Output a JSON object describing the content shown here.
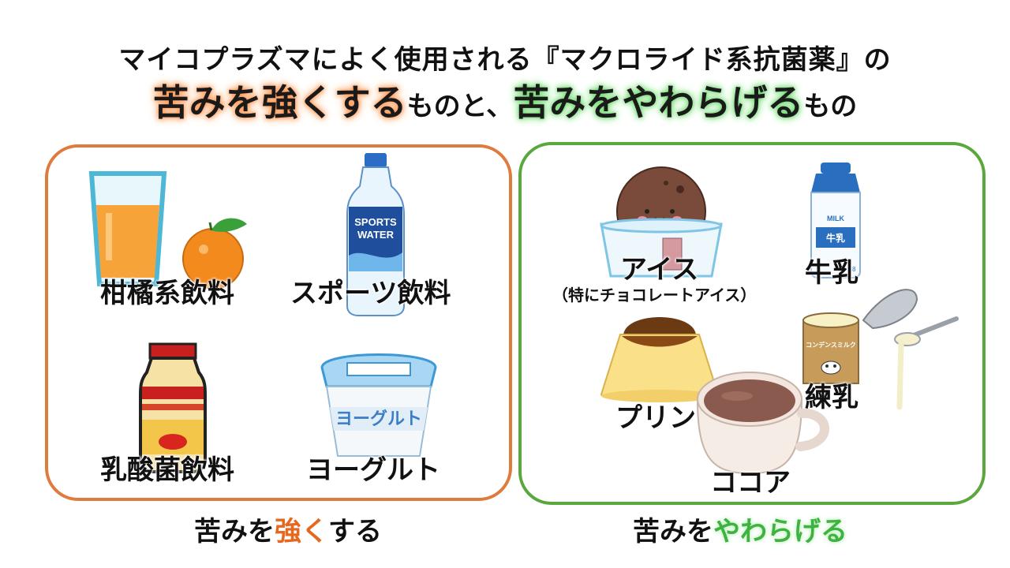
{
  "title": {
    "line1": "マイコプラズマによく使用される『マクロライド系抗菌薬』の",
    "line2_strong": "苦みを強くする",
    "line2_mid": "ものと、",
    "line2_soft": "苦みをやわらげる",
    "line2_end": "もの"
  },
  "left_panel": {
    "color": "#e07b3f",
    "items": [
      {
        "label": "柑橘系飲料",
        "icon": "orange-juice-icon"
      },
      {
        "label": "スポーツ飲料",
        "icon": "sports-drink-bottle-icon",
        "bottle_text_1": "SPORTS",
        "bottle_text_2": "WATER"
      },
      {
        "label": "乳酸菌飲料",
        "icon": "lactic-drink-bottle-icon"
      },
      {
        "label": "ヨーグルト",
        "icon": "yogurt-cup-icon",
        "cup_text": "ヨーグルト"
      }
    ],
    "caption_a": "苦みを",
    "caption_b": "強く",
    "caption_c": "する"
  },
  "right_panel": {
    "color": "#5aa83c",
    "items": [
      {
        "label": "アイス",
        "sublabel": "（特にチョコレートアイス）",
        "icon": "chocolate-ice-cream-icon"
      },
      {
        "label": "牛乳",
        "icon": "milk-bottle-icon",
        "bottle_text_1": "MILK",
        "bottle_text_2": "牛乳",
        "bottle_text_3": "18"
      },
      {
        "label": "プリン",
        "icon": "pudding-icon"
      },
      {
        "label": "練乳",
        "icon": "condensed-milk-can-icon",
        "can_text": "コンデンスミルク"
      },
      {
        "label": "ココア",
        "icon": "cocoa-cup-icon"
      }
    ],
    "caption_a": "苦みを",
    "caption_b": "やわらげる"
  }
}
